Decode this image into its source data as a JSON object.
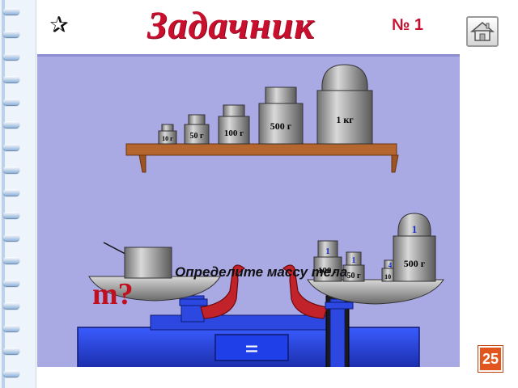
{
  "header": {
    "star_glyph": "✰",
    "title": "Задачник",
    "task_number": "№ 1",
    "home_icon": "home-icon"
  },
  "shelf_weights": [
    "10 г",
    "50 г",
    "100 г",
    "500 г",
    "1 кг"
  ],
  "question": "Определите массу тела",
  "unknown_label": "m?",
  "scale": {
    "right_pan_weights": [
      {
        "label": "100 г",
        "top_number": "1"
      },
      {
        "label": "50 г",
        "top_number": "1"
      },
      {
        "label": "10 г",
        "top_number": "4"
      },
      {
        "label": "500 г",
        "top_number": "1"
      }
    ],
    "equality_sign": "="
  },
  "page_badge": "25",
  "colors": {
    "title": "#c8102e",
    "panel": "#a9a9e4",
    "scale_base": "#2244dd",
    "shelf": "#b5652e",
    "badge": "#e2551d"
  }
}
